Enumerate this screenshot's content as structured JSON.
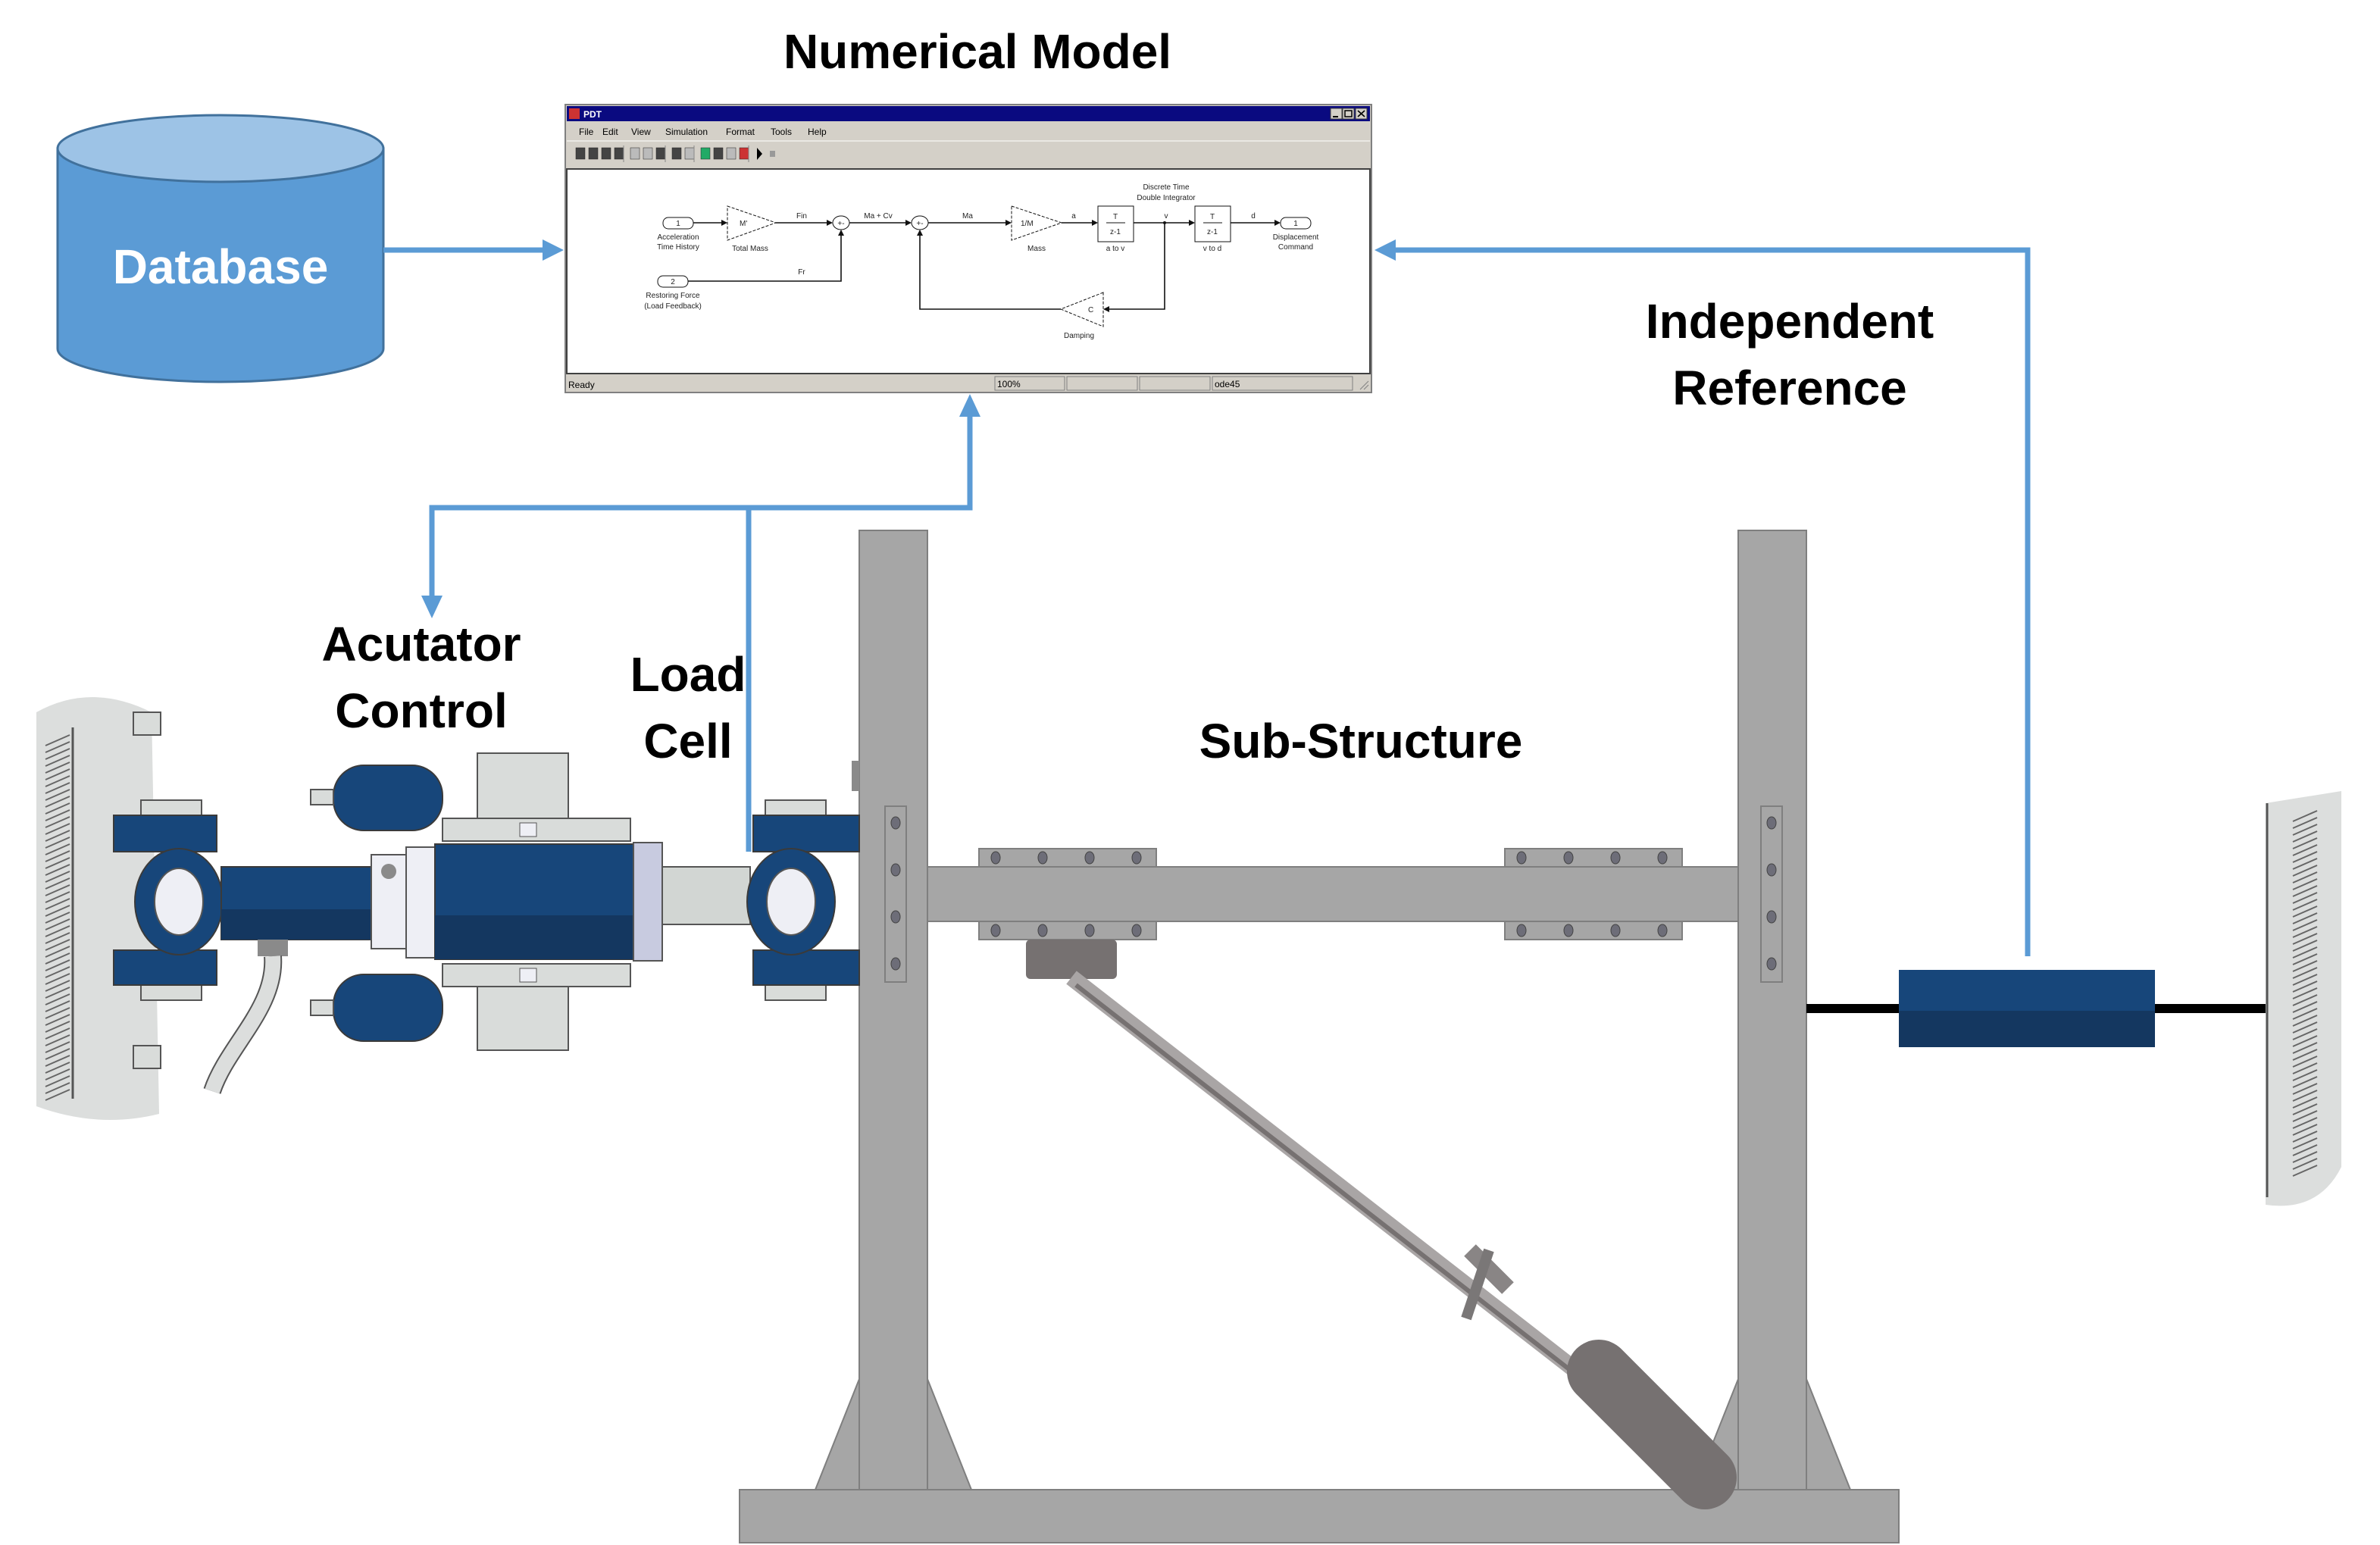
{
  "labels": {
    "numerical_model": "Numerical Model",
    "database": "Database",
    "independent_reference": [
      "Independent",
      "Reference"
    ],
    "actuator_control": [
      "Acutator",
      "Control"
    ],
    "load_cell": [
      "Load",
      "Cell"
    ],
    "sub_structure": "Sub-Structure"
  },
  "window": {
    "title": "PDT",
    "menu": [
      "File",
      "Edit",
      "View",
      "Simulation",
      "Format",
      "Tools",
      "Help"
    ],
    "status": {
      "state": "Ready",
      "zoom": "100%",
      "solver": "ode45"
    },
    "controls": [
      "minimize",
      "maximize",
      "close"
    ]
  },
  "model": {
    "inport1": "1",
    "inport1_label": [
      "Acceleration",
      "Time History"
    ],
    "gain_total_mass": "M'",
    "gain_total_mass_label": "Total Mass",
    "signal_fin": "Fin",
    "signal_ma_cv": "Ma + Cv",
    "signal_ma": "Ma",
    "gain_mass": "1/M",
    "gain_mass_label": "Mass",
    "signal_a": "a",
    "integrator_title": [
      "Discrete Time",
      "Double Integrator"
    ],
    "int_num": "T",
    "int_den": "z-1",
    "int1_label": "a to v",
    "signal_v": "v",
    "int2_label": "v to d",
    "signal_d": "d",
    "outport": "1",
    "outport_label": [
      "Displacement",
      "Command"
    ],
    "inport2": "2",
    "inport2_label": [
      "Restoring Force",
      "(Load Feedback)"
    ],
    "signal_fr": "Fr",
    "gain_damping": "C",
    "gain_damping_label": "Damping",
    "sum_signs": "+-"
  },
  "colors": {
    "arrow": "#5b9bd5",
    "database": "#5b9bd5",
    "actuator": "#17467a",
    "frame": "#a6a6a6",
    "titlebar": "#0a0a80"
  }
}
